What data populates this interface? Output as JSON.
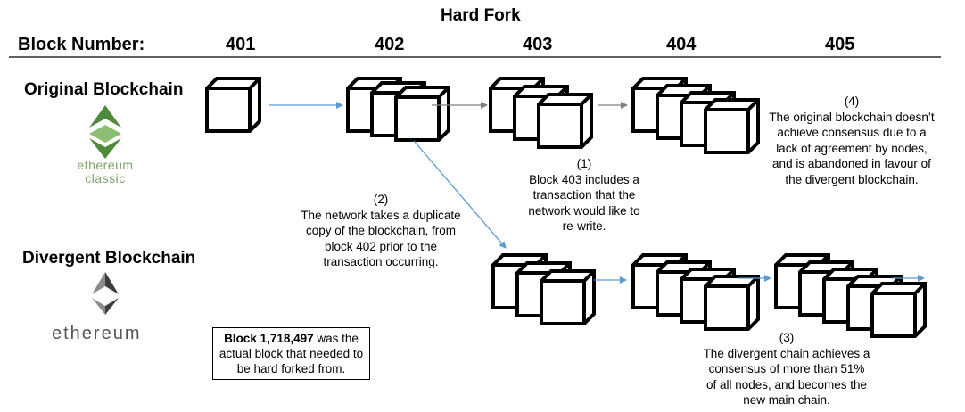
{
  "title": "Hard Fork",
  "header": {
    "label": "Block Number:",
    "blocks": [
      "401",
      "402",
      "403",
      "404",
      "405"
    ]
  },
  "chains": {
    "original": {
      "label": "Original Blockchain",
      "logo_text": [
        "ethereum",
        "classic"
      ]
    },
    "divergent": {
      "label": "Divergent Blockchain",
      "logo_text": "ethereum"
    }
  },
  "notes": {
    "n1": [
      "(1)",
      "Block 403 includes a",
      "transaction that the",
      "network would like to",
      "re-write."
    ],
    "n2": [
      "(2)",
      "The network takes a duplicate",
      "copy of the blockchain, from",
      "block 402 prior to the",
      "transaction occurring."
    ],
    "n3": [
      "(3)",
      "The divergent chain achieves a",
      "consensus of more than 51%",
      "of all nodes, and becomes the",
      "new main chain."
    ],
    "n4": [
      "(4)",
      "The original blockchain doesn’t",
      "achieve consensus due to a",
      "lack of agreement by nodes,",
      "and is abandoned in favour of",
      "the divergent blockchain."
    ]
  },
  "callout": {
    "bold": "Block 1,718,497",
    "rest": " was the actual block that needed to be hard forked from."
  },
  "colors": {
    "blue_arrow": "#5b9bd5",
    "gray_arrow": "#7f7f7f",
    "etc_green": "#4f8a3c",
    "etc_light": "#8cbf73",
    "eth_dark": "#3c3c3d",
    "eth_gray": "#8c8c8c"
  }
}
